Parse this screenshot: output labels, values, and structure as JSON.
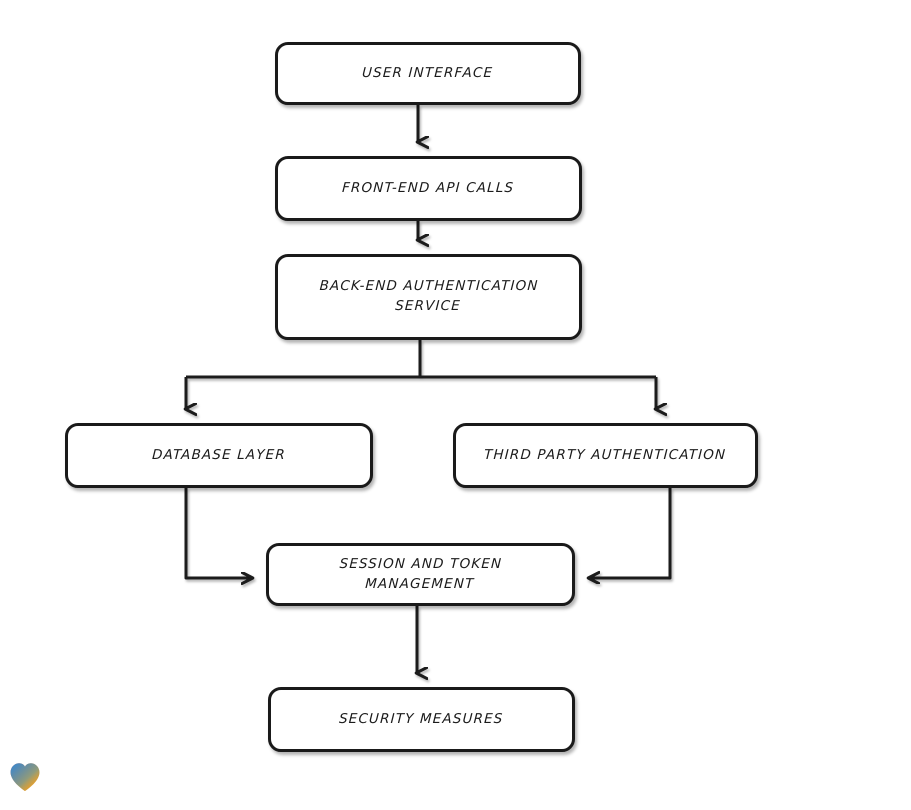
{
  "diagram": {
    "type": "flowchart",
    "orientation": "top-to-bottom",
    "style": "hand-drawn rounded rectangles with black outlines on white background",
    "nodes": [
      {
        "id": "user-interface",
        "label": "User Interface"
      },
      {
        "id": "frontend-api-calls",
        "label": "Front-End API Calls"
      },
      {
        "id": "backend-auth",
        "label": "Back-End Authentication\nService"
      },
      {
        "id": "database-layer",
        "label": "Database Layer"
      },
      {
        "id": "third-party-auth",
        "label": "Third Party Authentication"
      },
      {
        "id": "session-token",
        "label": "Session and Token\nManagement"
      },
      {
        "id": "security-measures",
        "label": "Security Measures"
      }
    ],
    "edges": [
      {
        "from": "user-interface",
        "to": "frontend-api-calls",
        "style": "straight-down-arrow"
      },
      {
        "from": "frontend-api-calls",
        "to": "backend-auth",
        "style": "straight-down-arrow"
      },
      {
        "from": "backend-auth",
        "to": "database-layer",
        "style": "branch-left-down-arrow"
      },
      {
        "from": "backend-auth",
        "to": "third-party-auth",
        "style": "branch-right-down-arrow"
      },
      {
        "from": "database-layer",
        "to": "session-token",
        "style": "elbow-down-right-arrow"
      },
      {
        "from": "third-party-auth",
        "to": "session-token",
        "style": "elbow-down-left-arrow"
      },
      {
        "from": "session-token",
        "to": "security-measures",
        "style": "straight-down-arrow"
      }
    ]
  },
  "colors": {
    "stroke": "#1a1a1a",
    "node_fill": "#ffffff",
    "background": "#ffffff",
    "text": "#1b1b1b",
    "logo_red": "#e8342a",
    "logo_orange": "#f99a1c",
    "logo_blue": "#2f8fd8"
  },
  "logo": {
    "name": "heart-logo",
    "description": "multicolor gradient heart watermark"
  }
}
